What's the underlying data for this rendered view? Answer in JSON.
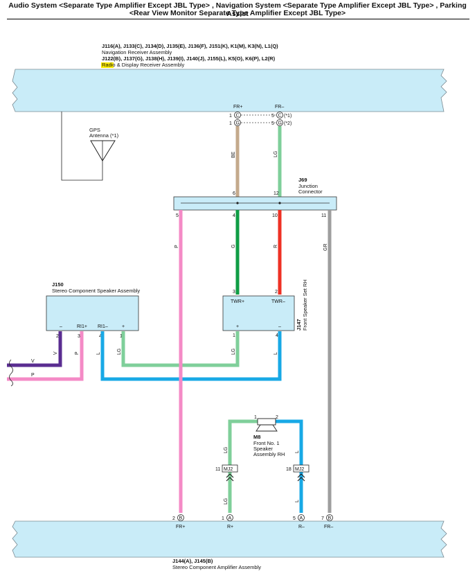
{
  "header": {
    "line1": "Audio System <Separate Type Amplifier Except JBL Type> , Navigation System <Separate Type Amplifier Except JBL Type> , Parking Assist",
    "line2": "<Rear View Monitor Separate Type Amplifier Except JBL Type>"
  },
  "top_component": {
    "nav_connectors": "J116(A), J133(C), J134(D), J135(E), J136(F), J151(K), K1(M), K3(N), L1(Q)",
    "nav_name": "Navigation Receiver Assembly",
    "radio_connectors": "J122(B), J137(G), J138(H), J139(I), J140(J), J155(L), K5(O), K6(P), L2(R)",
    "radio_name_highlight": "Radio",
    "radio_name_rest": " & Display Receiver Assembly",
    "terminals": [
      "FR+",
      "FR–"
    ],
    "pins": [
      {
        "pin": "1",
        "conn": "C"
      },
      {
        "pin": "1",
        "conn": "G"
      },
      {
        "pin": "5",
        "conn": "C"
      },
      {
        "pin": "5",
        "conn": "G"
      }
    ],
    "notes": [
      "(*1)",
      "(*2)"
    ]
  },
  "gps": {
    "label": "GPS",
    "sub": "Antenna (*1)"
  },
  "wires": {
    "be": "BE",
    "lg": "LG",
    "p": "P",
    "g": "G",
    "r": "R",
    "gr": "GR",
    "l": "L",
    "v": "V"
  },
  "junction": {
    "id": "J69",
    "name1": "Junction",
    "name2": "Connector",
    "pins_top": [
      "6",
      "12"
    ],
    "pins_bottom": [
      "5",
      "4",
      "10",
      "11"
    ]
  },
  "j150": {
    "id": "J150",
    "name": "Stereo Component Speaker Assembly",
    "terminals": [
      "–",
      "RI1+",
      "RI1–",
      "+"
    ],
    "pins": [
      "2",
      "3",
      "4",
      "1"
    ]
  },
  "j147": {
    "id": "J147",
    "name": "Front Speaker Set RH",
    "terminals_top": [
      "TWR+",
      "TWR–"
    ],
    "terminals_bottom": [
      "+",
      "–"
    ],
    "pins_top": [
      "3",
      "2"
    ],
    "pins_bottom": [
      "1",
      "4"
    ]
  },
  "m8": {
    "id": "M8",
    "name1": "Front No. 1",
    "name2": "Speaker",
    "name3": "Assembly RH",
    "pins": [
      "1",
      "2"
    ]
  },
  "mj2": {
    "label": "MJ2",
    "pins": [
      "11",
      "18"
    ]
  },
  "bottom_component": {
    "connectors": "J144(A), J145(B)",
    "name": "Stereo Component Amplifier Assembly",
    "terminals": [
      "FR+",
      "R+",
      "R–",
      "FR–"
    ],
    "pins": [
      {
        "pin": "2",
        "conn": "B"
      },
      {
        "pin": "1",
        "conn": "A"
      },
      {
        "pin": "5",
        "conn": "A"
      },
      {
        "pin": "7",
        "conn": "B"
      }
    ]
  },
  "colors": {
    "panel": "#c9ecf8",
    "be": "#c4aa8c",
    "lg": "#7fcf9a",
    "pink": "#f48ac6",
    "green": "#0f9d45",
    "red": "#ee3124",
    "gray": "#9e9e9e",
    "blue": "#18a9e6",
    "violet": "#5a2d91",
    "highlight": "#ffee00"
  }
}
